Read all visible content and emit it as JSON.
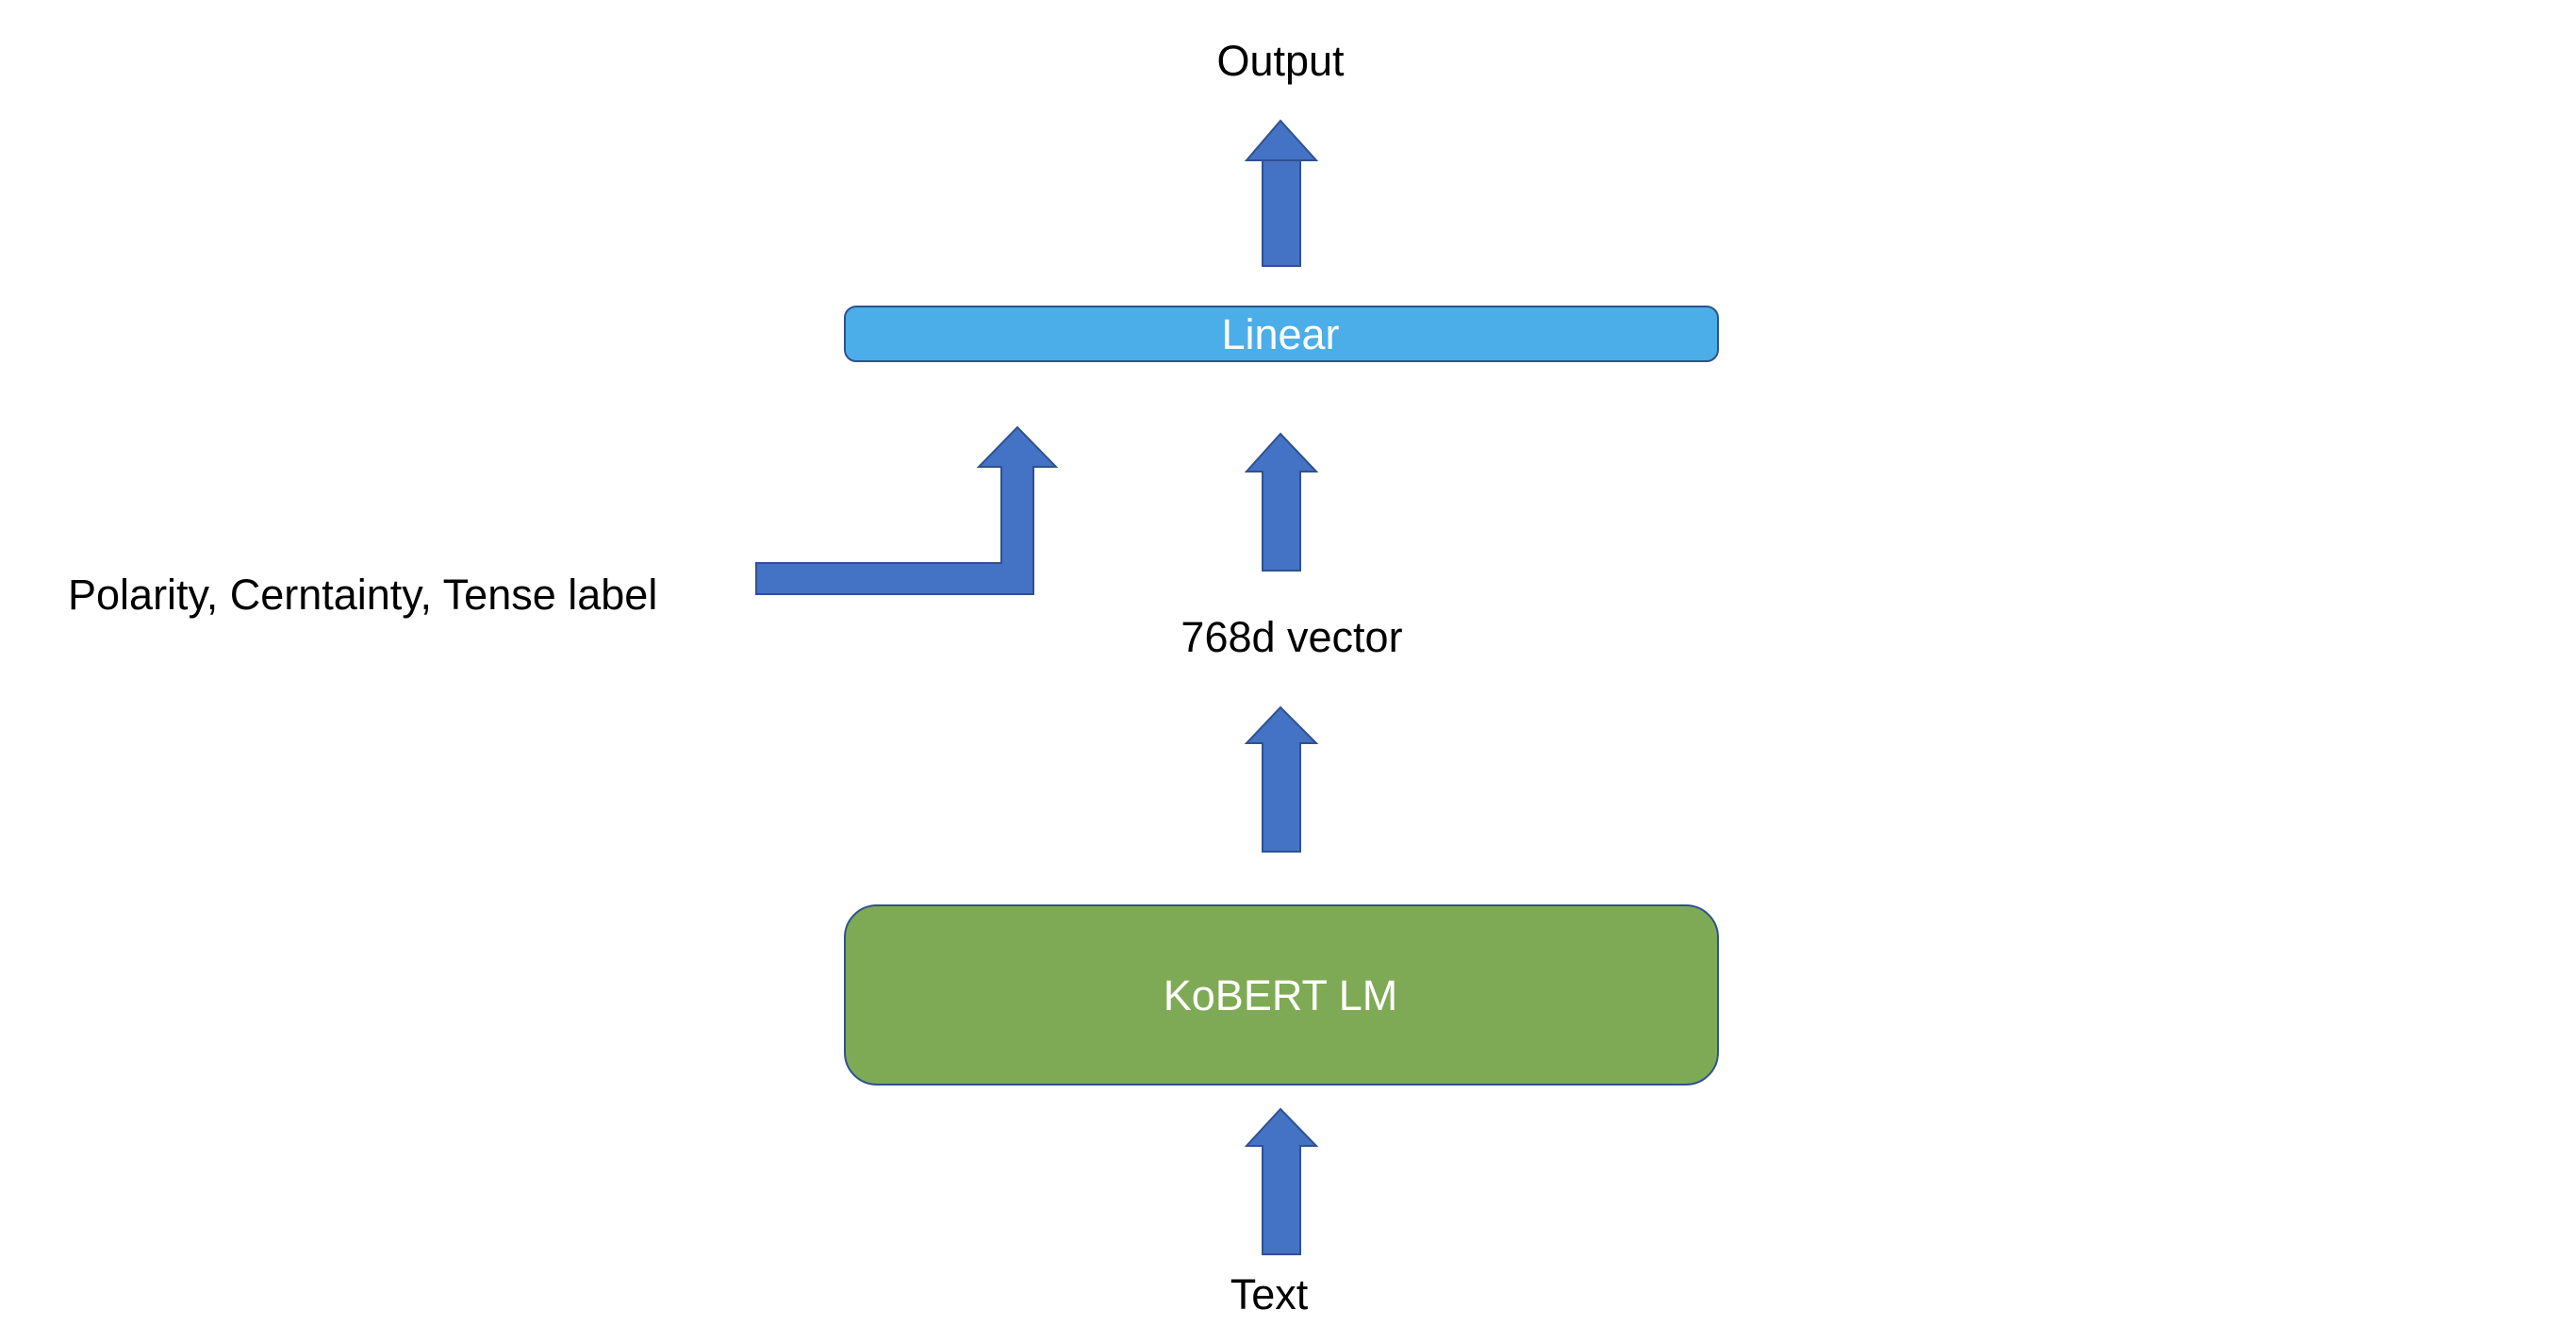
{
  "diagram": {
    "output_label": "Output",
    "linear_label": "Linear",
    "vector_label": "768d vector",
    "side_input_label": "Polarity, Cerntainty, Tense label",
    "kobert_label": "KoBERT LM",
    "input_label": "Text"
  },
  "colors": {
    "arrow_fill": "#4472C4",
    "arrow_stroke": "#2F528F",
    "linear_fill": "#4BAEE8",
    "linear_stroke": "#2F528F",
    "kobert_fill": "#7FAA55",
    "kobert_stroke": "#2F528F",
    "text": "#000000",
    "box_text": "#FFFFFF"
  }
}
